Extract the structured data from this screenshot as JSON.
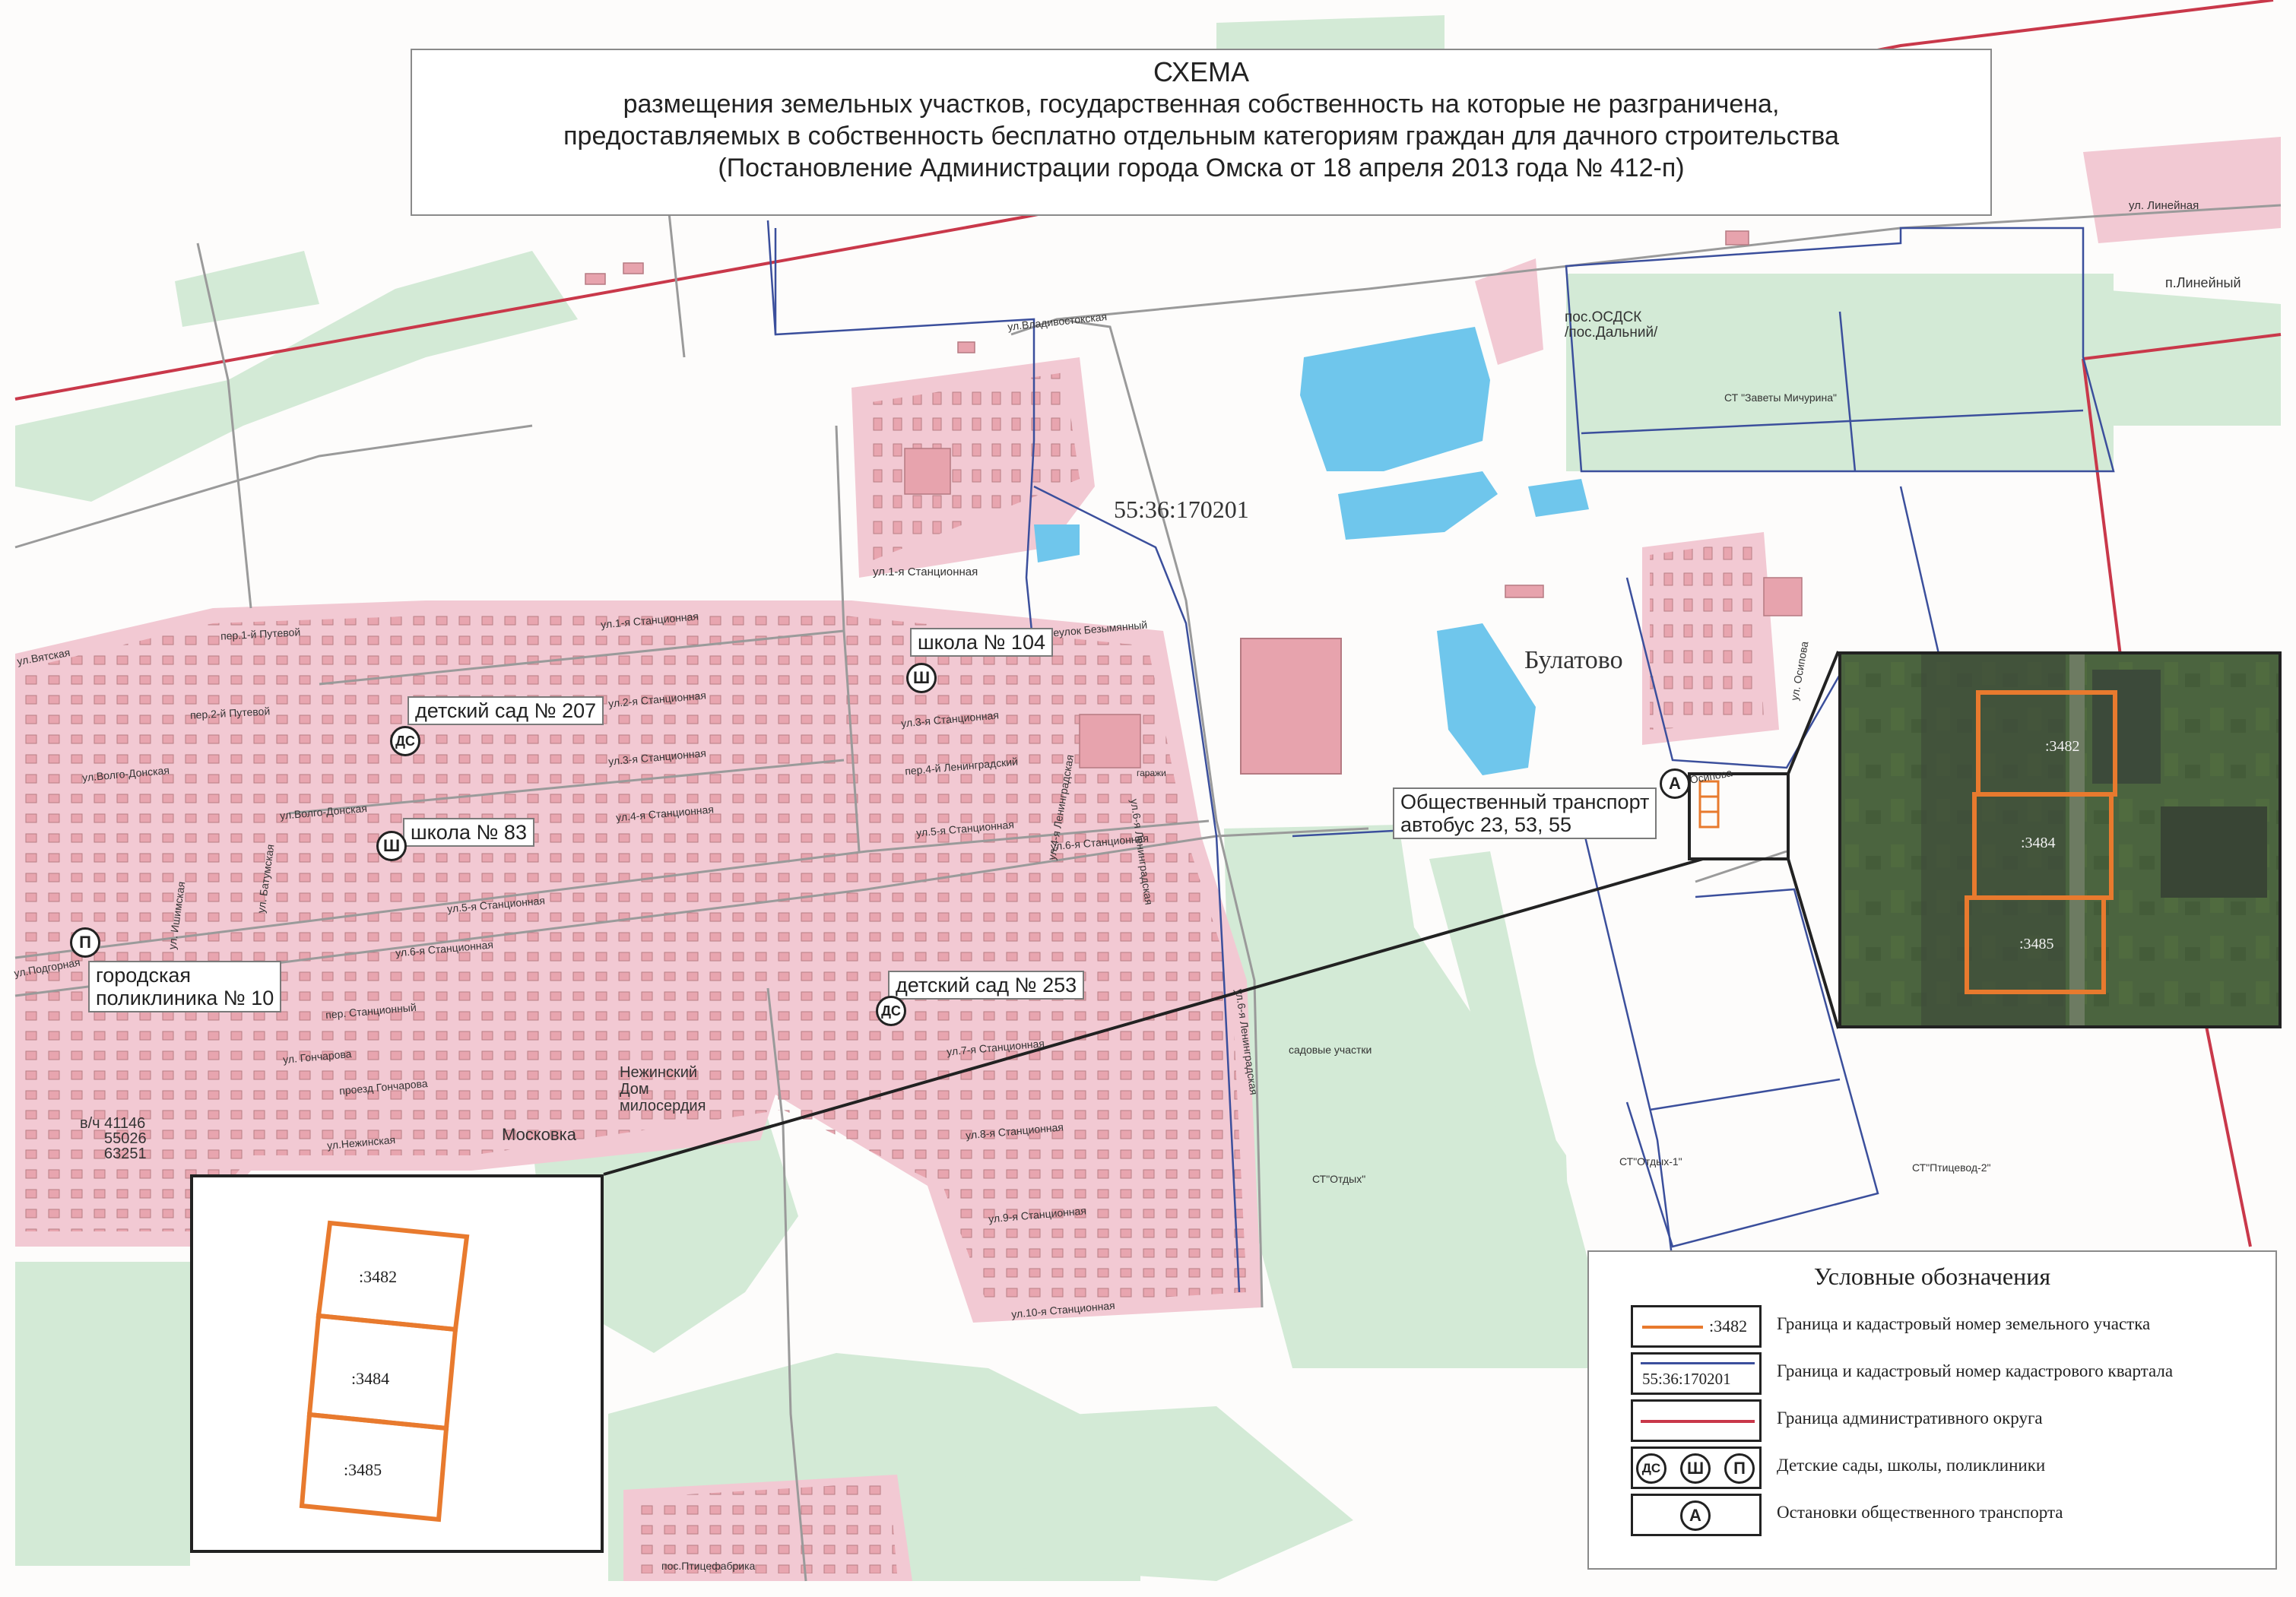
{
  "title": {
    "line1": "СХЕМА",
    "line2": "размещения земельных участков, государственная собственность на которые не разграничена,",
    "line3": "предоставляемых в собственность бесплатно отдельным категориям граждан для дачного строительства",
    "line4": "(Постановление Администрации города Омска от 18 апреля 2013 года № 412-п)"
  },
  "quarter_number": "55:36:170201",
  "places": {
    "bulatovo": "Булатово",
    "moskovka": "Московка",
    "nezhinsky_1": "Нежинский",
    "nezhinsky_2": "Дом",
    "nezhinsky_3": "милосердия",
    "vch_1": "в/ч 41146",
    "vch_2": "55026",
    "vch_3": "63251",
    "posOsdsk_1": "пос.ОСДСК",
    "posOsdsk_2": "/пос.Дальний/",
    "lineyny": "п.Линейный",
    "st_zavety": "СТ \"Заветы Мичурина\"",
    "st_otdykh": "СТ\"Отдых\"",
    "st_otdykh1": "СТ\"Отдых-1\"",
    "st_ptitsevod": "СТ\"Птицевод-2\"",
    "sadovye": "садовые участки",
    "garazhi": "гаражи",
    "ptitsefabrika": "пос.Птицефабрика"
  },
  "streets": {
    "vladivostokskaya": "ул.Владивостокская",
    "lineynaya": "ул. Линейная",
    "stantsionnaya1": "ул.1-я Станционная",
    "stantsionnaya2": "ул.2-я Станционная",
    "stantsionnaya3": "ул.3-я Станционная",
    "stantsionnaya4": "ул.4-я Станционная",
    "stantsionnaya5": "ул.5-я Станционная",
    "stantsionnaya6": "ул.6-я Станционная",
    "stantsionnaya7": "ул.7-я Станционная",
    "stantsionnaya8": "ул.8-я Станционная",
    "stantsionnaya9": "ул.9-я Станционная",
    "stantsionnaya10": "ул.10-я Станционная",
    "stantsionnaya_top": "ул.1-я Станционная",
    "bezymyanny": "переулок Безымянный",
    "leningradskaya4": "пер.4-й Ленинградский",
    "leningradskaya6": "ул.6-я Ленинградская",
    "leningradskaya_l": "ул.4-я Ленинградская",
    "osipova": "ул. Осипова",
    "osipova2": "ул. Осипова",
    "volgodonskaya": "ул.Волго-Донская",
    "volgodonskaya2": "ул.Волго-Донская",
    "putevoy1": "пер.1-й Путевой",
    "putevoy2": "пер.2-й Путевой",
    "batumskaya": "ул. Батумская",
    "ishimskaya": "ул. Ишимская",
    "goncharova": "ул. Гончарова",
    "proezd_goncharova": "проезд Гончарова",
    "nezhinskaya": "ул.Нежинская",
    "stantsionny_per": "пер. Станционный",
    "podgorodnaya": "ул.Подгорная",
    "volovskaya": "ул.Вятская",
    "lineyniy_st": "ул.Линейная"
  },
  "facilities": {
    "school104": "школа № 104",
    "school83": "школа № 83",
    "kindergarten207": "детский сад № 207",
    "kindergarten253": "детский сад № 253",
    "clinic_1": "городская",
    "clinic_2": "поликлиника № 10",
    "transport_1": "Общественный транспорт",
    "transport_2": "автобус 23, 53, 55"
  },
  "symbols": {
    "kindergarten": "ДС",
    "school": "Ш",
    "clinic": "П",
    "bus_stop": "А"
  },
  "parcels": [
    ":3482",
    ":3484",
    ":3485"
  ],
  "legend": {
    "title": "Условные обозначения",
    "items": [
      {
        "symbol_text": ":3482",
        "text": "Граница и кадастровый номер земельного участка",
        "color": "#e87a2e"
      },
      {
        "symbol_text": "55:36:170201",
        "text": "Граница и кадастровый номер кадастрового квартала",
        "color": "#3b4f9c"
      },
      {
        "symbol_text": "",
        "text": "Граница административного округа",
        "color": "#c9384a"
      },
      {
        "symbol_text": "",
        "text": "Детские сады, школы, поликлиники",
        "color": "#222222"
      },
      {
        "symbol_text": "",
        "text": "Остановки общественного транспорта",
        "color": "#222222"
      }
    ]
  },
  "colors": {
    "residential": "#f2c9d3",
    "building": "#e7a3ad",
    "green": "#d3ead6",
    "water": "#6fc6ec",
    "parcel": "#e87a2e",
    "quarter": "#3b4f9c",
    "district": "#c9384a"
  }
}
